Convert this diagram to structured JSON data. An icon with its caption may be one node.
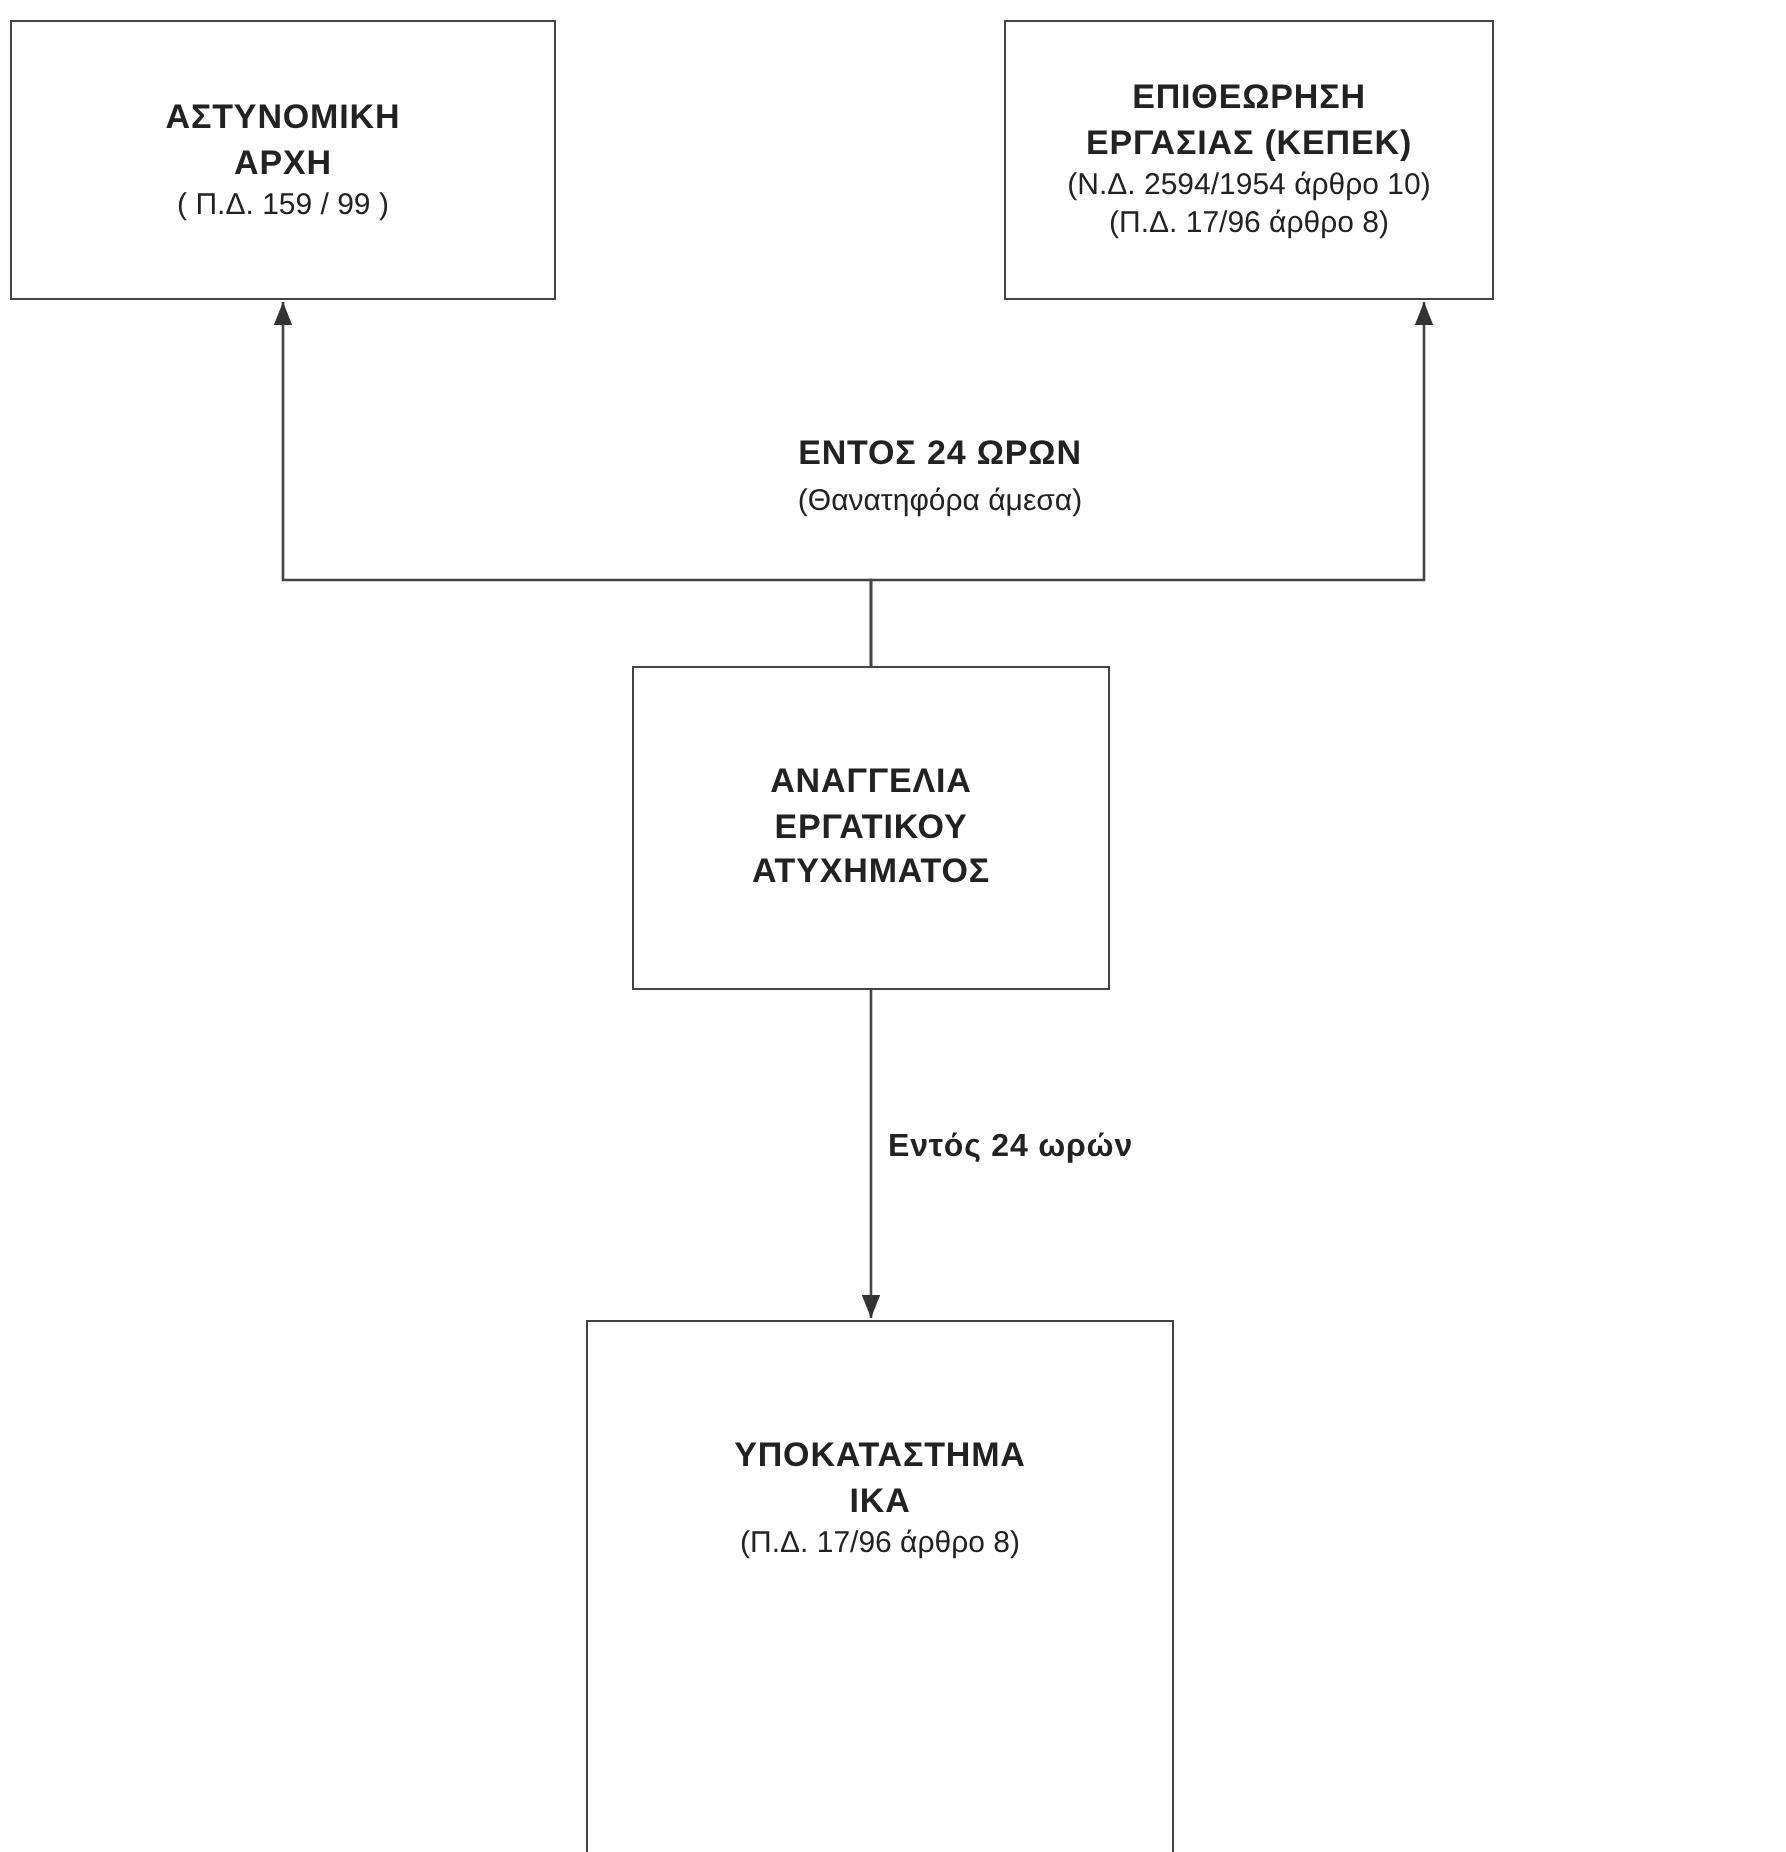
{
  "diagram": {
    "nodes": [
      {
        "text": [
          "ΑΣΤΥΝΟΜΙΚΗ ΑΡΧΗ",
          "( Π.Δ. 159 / 99 )"
        ]
      },
      {
        "text": [
          "ΕΠΙΘΕΩΡΗΣΗ ΕΡΓΑΣΙΑΣ (ΚΕΠΕΚ)",
          "(Ν.Δ. 2594/1954 άρθρο 10)",
          "(Π.Δ. 17/96 άρθρο 8)"
        ]
      },
      {
        "text": [
          "ΑΝΑΓΓΕΛΙΑ ΕΡΓΑΤΙΚΟΥ ΑΤΥΧΗΜΑΤΟΣ"
        ]
      },
      {
        "text": [
          "ΥΠΟΚΑΤΑΣΤΗΜΑ ΙΚΑ",
          "(Π.Δ. 17/96 άρθρο 8)"
        ]
      }
    ],
    "edges": [
      {
        "from": 2,
        "to": 0,
        "arrow": "to"
      },
      {
        "from": 2,
        "to": 1,
        "arrow": "to"
      },
      {
        "from": 2,
        "to": 3,
        "arrow": "to",
        "label": "Εντός 24 ωρών"
      }
    ],
    "labels": [
      "ΕΝΤΟΣ 24 ΩΡΩΝ",
      "(Θανατηφόρα άμεσα)"
    ]
  }
}
